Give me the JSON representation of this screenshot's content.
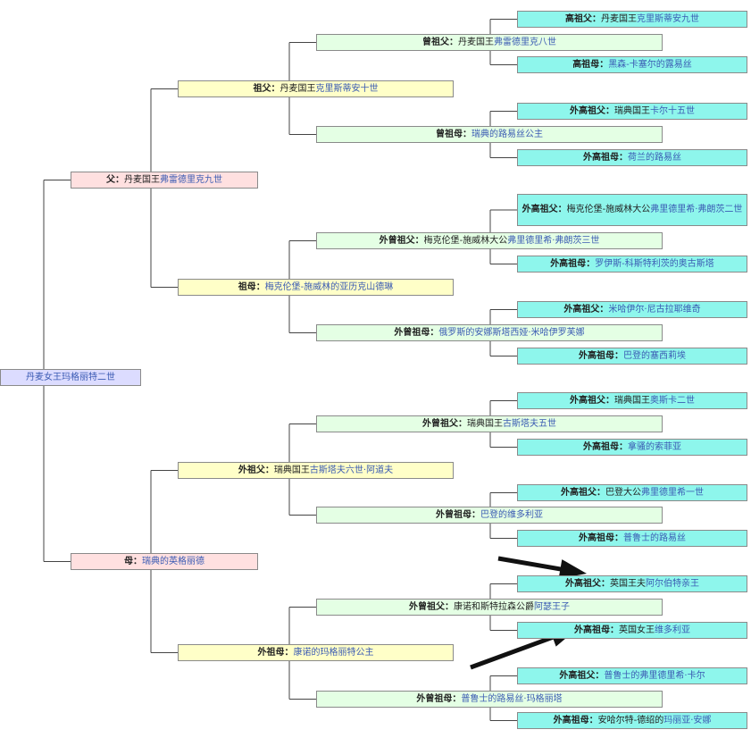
{
  "separator": "：",
  "root": {
    "parts": [
      {
        "t": "丹麦女王玛格丽特二世",
        "c": "link"
      }
    ]
  },
  "gen1": [
    {
      "label": "父",
      "parts": [
        {
          "t": "丹麦国王",
          "c": "plain"
        },
        {
          "t": "弗雷德里克九世",
          "c": "link"
        }
      ]
    },
    {
      "label": "母",
      "parts": [
        {
          "t": "瑞典的英格丽德",
          "c": "link"
        }
      ]
    }
  ],
  "gen2": [
    {
      "label": "祖父",
      "parts": [
        {
          "t": "丹麦国王",
          "c": "plain"
        },
        {
          "t": "克里斯蒂安十世",
          "c": "link"
        }
      ]
    },
    {
      "label": "祖母",
      "parts": [
        {
          "t": "梅克伦堡-施威林的亚历克山德琳",
          "c": "link"
        }
      ]
    },
    {
      "label": "外祖父",
      "parts": [
        {
          "t": "瑞典国王",
          "c": "plain"
        },
        {
          "t": "古斯塔夫六世·阿道夫",
          "c": "link"
        }
      ]
    },
    {
      "label": "外祖母",
      "parts": [
        {
          "t": "康诺的玛格丽特公主",
          "c": "link"
        }
      ]
    }
  ],
  "gen3": [
    {
      "label": "曾祖父",
      "parts": [
        {
          "t": "丹麦国王",
          "c": "plain"
        },
        {
          "t": "弗雷德里克八世",
          "c": "link"
        }
      ]
    },
    {
      "label": "曾祖母",
      "parts": [
        {
          "t": "瑞典的路易丝公主",
          "c": "link"
        }
      ]
    },
    {
      "label": "外曾祖父",
      "parts": [
        {
          "t": "梅克伦堡-施威林大公",
          "c": "plain"
        },
        {
          "t": "弗里德里希·弗朗茨三世",
          "c": "link"
        }
      ]
    },
    {
      "label": "外曾祖母",
      "parts": [
        {
          "t": "俄罗斯的安娜斯塔西娅·米哈伊罗芙娜",
          "c": "link"
        }
      ]
    },
    {
      "label": "外曾祖父",
      "parts": [
        {
          "t": "瑞典国王",
          "c": "plain"
        },
        {
          "t": "古斯塔夫五世",
          "c": "link"
        }
      ]
    },
    {
      "label": "外曾祖母",
      "parts": [
        {
          "t": "巴登的维多利亚",
          "c": "link"
        }
      ]
    },
    {
      "label": "外曾祖父",
      "parts": [
        {
          "t": "康诺和斯特拉森公爵",
          "c": "plain"
        },
        {
          "t": "阿瑟王子",
          "c": "link"
        }
      ]
    },
    {
      "label": "外曾祖母",
      "parts": [
        {
          "t": "普鲁士的路易丝·玛格丽塔",
          "c": "link"
        }
      ]
    }
  ],
  "gen4": [
    {
      "label": "高祖父",
      "parts": [
        {
          "t": "丹麦国王",
          "c": "plain"
        },
        {
          "t": "克里斯蒂安九世",
          "c": "link"
        }
      ]
    },
    {
      "label": "高祖母",
      "parts": [
        {
          "t": "黑森-卡塞尔的露易丝",
          "c": "link"
        }
      ]
    },
    {
      "label": "外高祖父",
      "parts": [
        {
          "t": "瑞典国王",
          "c": "plain"
        },
        {
          "t": "卡尔十五世",
          "c": "link"
        }
      ]
    },
    {
      "label": "外高祖母",
      "parts": [
        {
          "t": "荷兰的路易丝",
          "c": "link"
        }
      ]
    },
    {
      "label": "外高祖父",
      "parts": [
        {
          "t": "梅克伦堡-施威林大公",
          "c": "plain"
        },
        {
          "t": "弗里德里希·弗朗茨二世",
          "c": "link"
        }
      ]
    },
    {
      "label": "外高祖母",
      "parts": [
        {
          "t": "罗伊斯-科斯特利茨的奥古斯塔",
          "c": "link"
        }
      ]
    },
    {
      "label": "外高祖父",
      "parts": [
        {
          "t": "米哈伊尔·尼古拉耶维奇",
          "c": "link"
        }
      ]
    },
    {
      "label": "外高祖母",
      "parts": [
        {
          "t": "巴登的塞西莉埃",
          "c": "link"
        }
      ]
    },
    {
      "label": "外高祖父",
      "parts": [
        {
          "t": "瑞典国王",
          "c": "plain"
        },
        {
          "t": "奥斯卡二世",
          "c": "link"
        }
      ]
    },
    {
      "label": "外高祖母",
      "parts": [
        {
          "t": "拿骚的索菲亚",
          "c": "link"
        }
      ]
    },
    {
      "label": "外高祖父",
      "parts": [
        {
          "t": "巴登大公",
          "c": "plain"
        },
        {
          "t": "弗里德里希一世",
          "c": "link"
        }
      ]
    },
    {
      "label": "外高祖母",
      "parts": [
        {
          "t": "普鲁士的路易丝",
          "c": "link"
        }
      ]
    },
    {
      "label": "外高祖父",
      "parts": [
        {
          "t": "英国王夫",
          "c": "plain"
        },
        {
          "t": "阿尔伯特亲王",
          "c": "link"
        }
      ]
    },
    {
      "label": "外高祖母",
      "parts": [
        {
          "t": "英国女王",
          "c": "plain"
        },
        {
          "t": "维多利亚",
          "c": "link"
        }
      ]
    },
    {
      "label": "外高祖父",
      "parts": [
        {
          "t": "普鲁士的弗里德里希·卡尔",
          "c": "link"
        }
      ]
    },
    {
      "label": "外高祖母",
      "parts": [
        {
          "t": "安哈尔特-德绍的",
          "c": "plain"
        },
        {
          "t": "玛丽亚·安娜",
          "c": "link"
        }
      ]
    }
  ],
  "arrow_color": "#111111"
}
